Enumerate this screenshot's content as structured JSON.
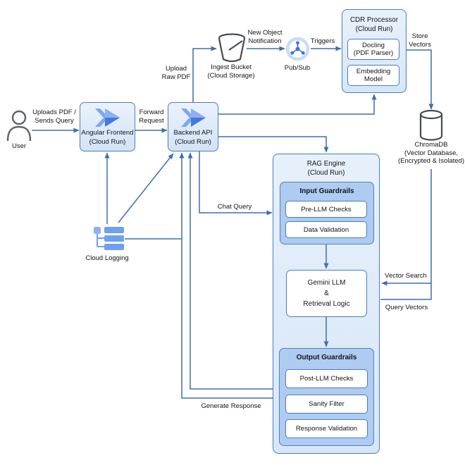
{
  "nodes": {
    "user": {
      "label": "User"
    },
    "frontend": {
      "line1": "Angular Frontend",
      "line2": "(Cloud Run)"
    },
    "backend": {
      "line1": "Backend API",
      "line2": "(Cloud Run)"
    },
    "ingest_bucket": {
      "line1": "Ingest Bucket",
      "line2": "(Cloud Storage)"
    },
    "pubsub": {
      "label": "Pub/Sub"
    },
    "cdr": {
      "title1": "CDR Processor",
      "title2": "(Cloud Run)",
      "docling": {
        "line1": "Docling",
        "line2": "(PDF Parser)"
      },
      "embedding": {
        "line1": "Embedding",
        "line2": "Model"
      }
    },
    "chromadb": {
      "line1": "ChromaDB",
      "line2": "(Vector Database,",
      "line3": "(Encrypted & Isolated)"
    },
    "cloud_logging": {
      "label": "Cloud Logging"
    },
    "rag": {
      "title1": "RAG Engine",
      "title2": "(Cloud Run)",
      "input_guardrails": {
        "title": "Input Guardrails",
        "items": [
          "Pre-LLM Checks",
          "Data Validation"
        ]
      },
      "gemini": {
        "line1": "Gemini LLM",
        "line2": "&",
        "line3": "Retrieval Logic"
      },
      "output_guardrails": {
        "title": "Output Guardrails",
        "items": [
          "Post-LLM Checks",
          "Sanity Filter",
          "Response Validation"
        ]
      }
    }
  },
  "edges": {
    "uploads": {
      "line1": "Uploads PDF /",
      "line2": "Sends Query"
    },
    "forward": {
      "line1": "Forward",
      "line2": "Request"
    },
    "upload_raw": {
      "line1": "Upload",
      "line2": "Raw PDF"
    },
    "new_object": {
      "line1": "New Object",
      "line2": "Notification"
    },
    "triggers": "Triggers",
    "store_vectors": {
      "line1": "Store",
      "line2": "Vectors"
    },
    "chat_query": "Chat Query",
    "vector_search": "Vector Search",
    "query_vectors": "Query Vectors",
    "generate_response": "Generate Response"
  },
  "colors": {
    "line": "#3c6fae",
    "box_border": "#4a7dbd",
    "box_fill_light": "#d9e7f8",
    "guardrail_fill": "#aecbf1",
    "icon_blue_dark": "#4478dd",
    "icon_blue_light": "#7da7ef",
    "outline_gray": "#474c50"
  }
}
